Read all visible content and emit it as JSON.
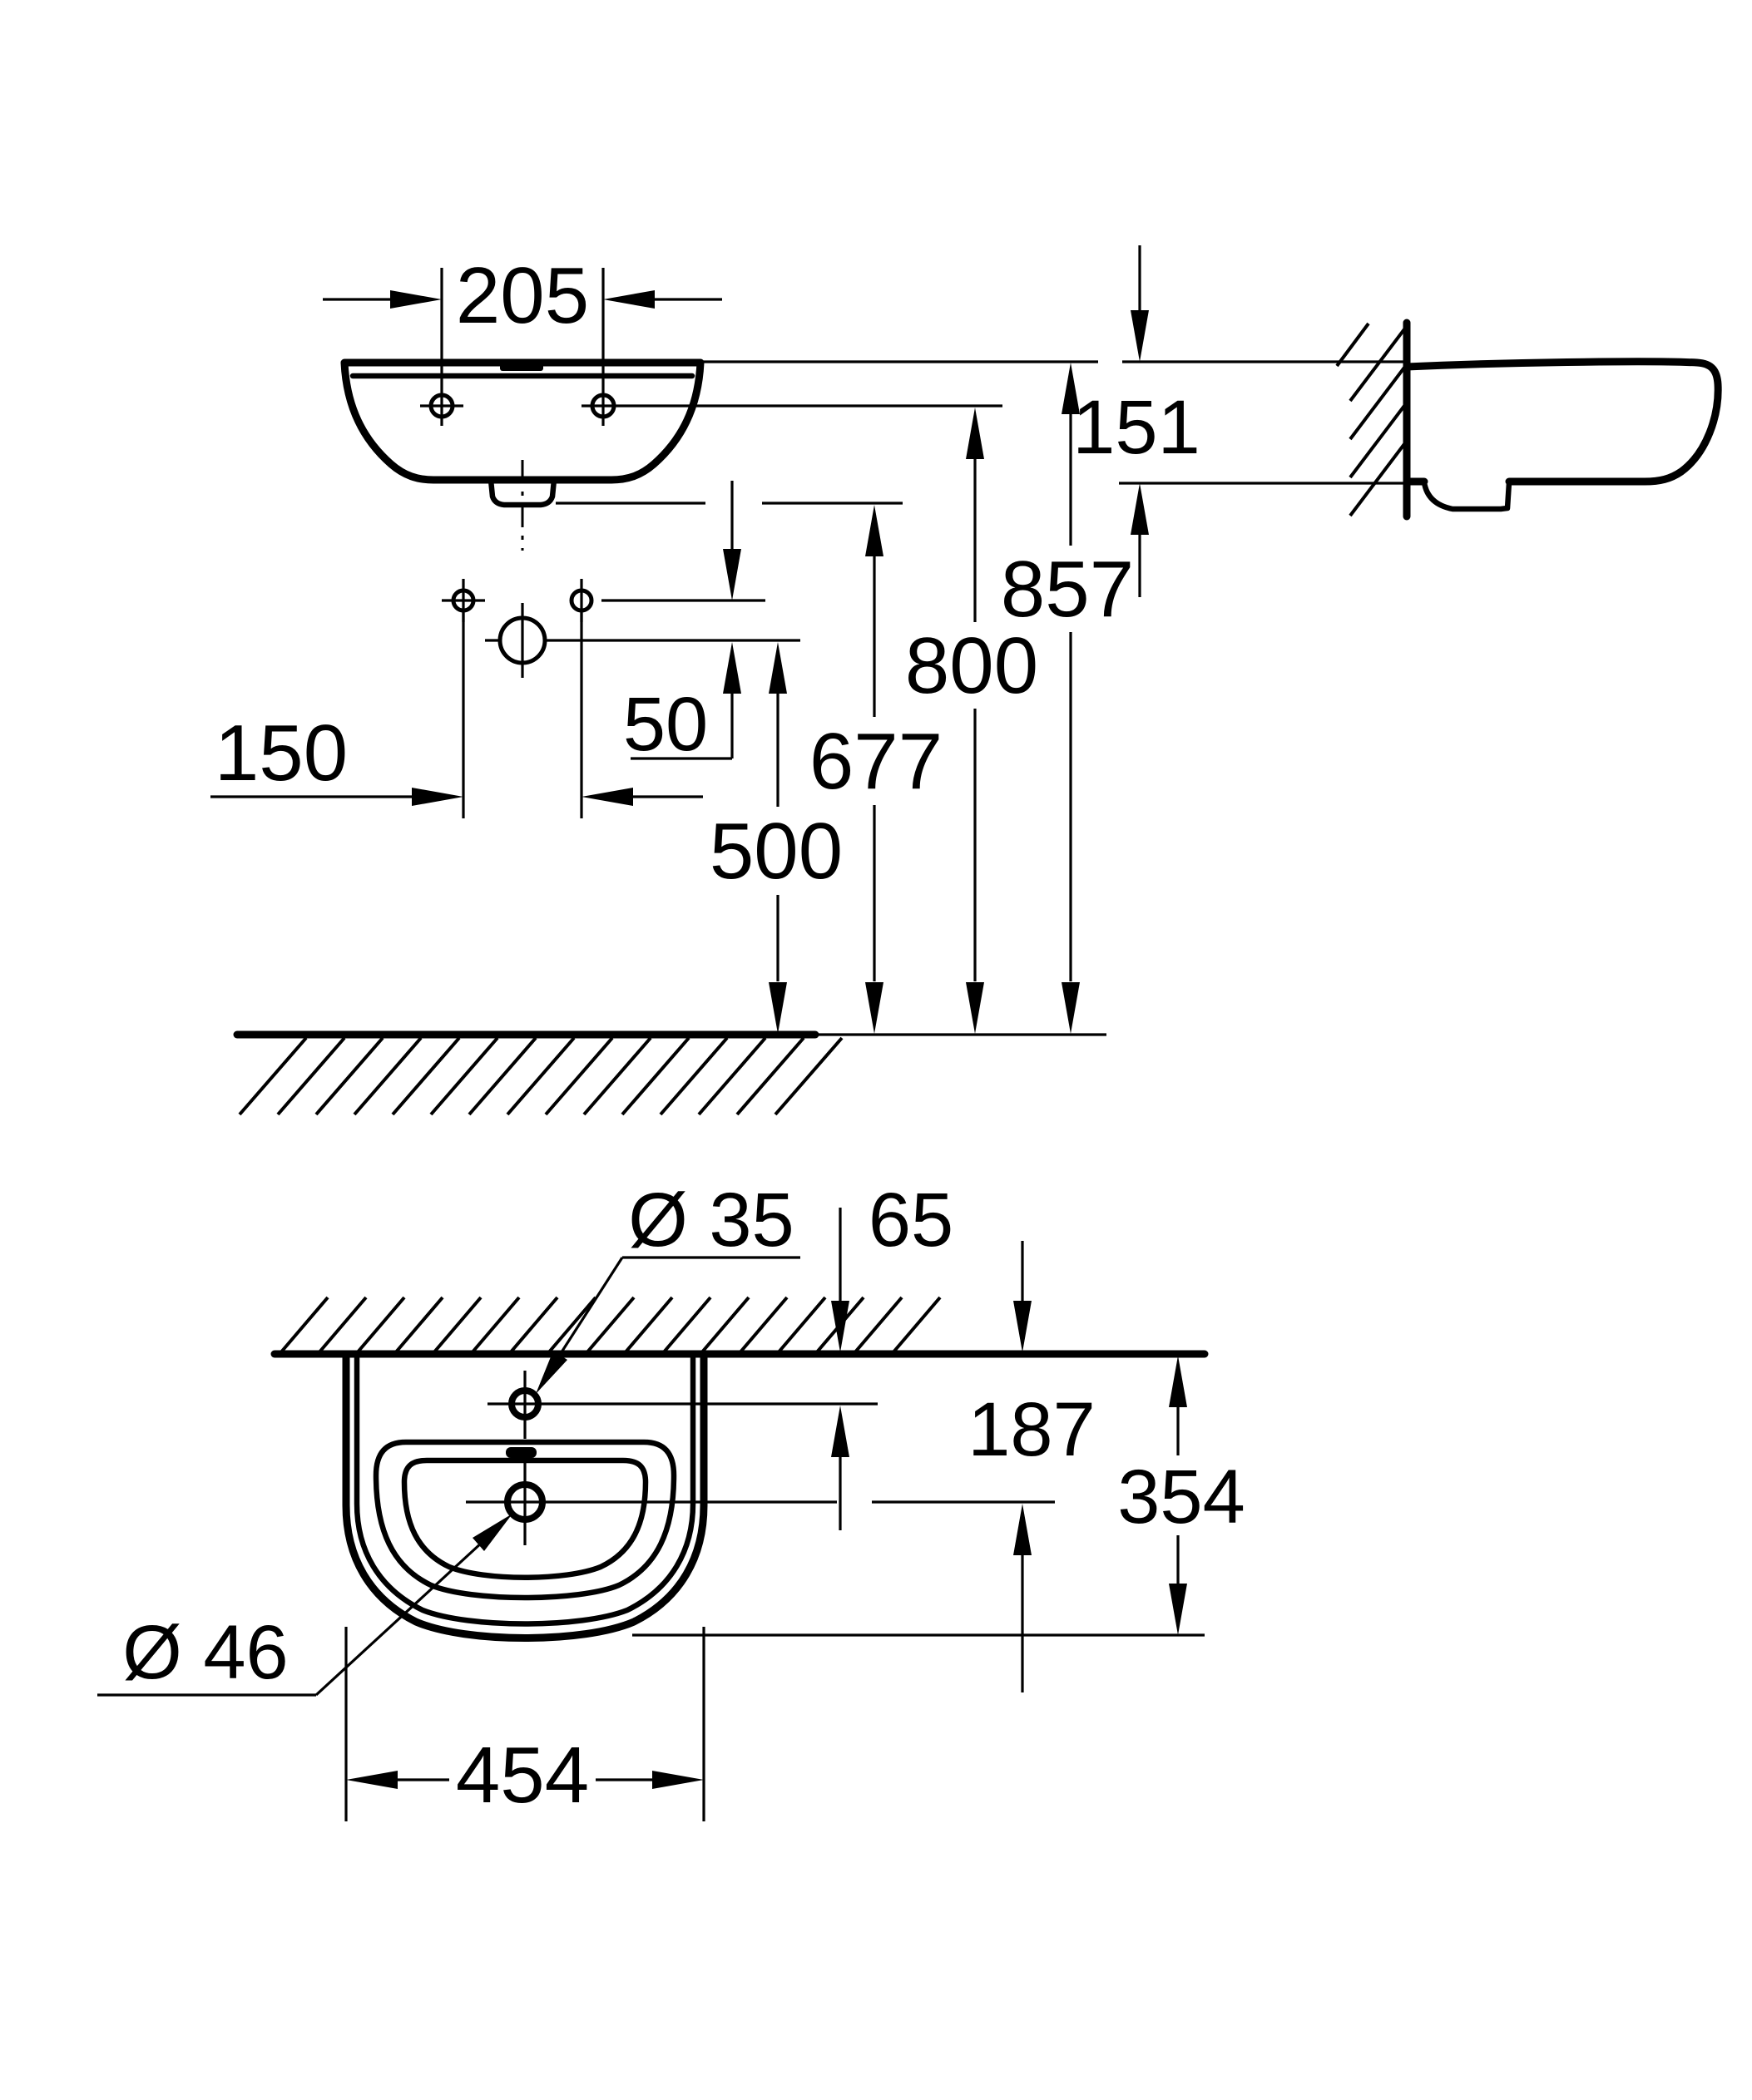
{
  "drawing": {
    "title": "Wall-hung washbasin installation dimension drawing",
    "units": "mm",
    "views": [
      "front elevation",
      "side elevation",
      "top plan"
    ],
    "line_color": "#000000",
    "background_color": "#ffffff"
  },
  "labels": {
    "d205": "205",
    "d151": "151",
    "d857": "857",
    "d800": "800",
    "d677": "677",
    "d500": "500",
    "d150": "150",
    "d50": "50",
    "dia35": "Ø 35",
    "d65": "65",
    "d187": "187",
    "d354": "354",
    "dia46": "Ø 46",
    "d454": "454"
  },
  "chart_data": {
    "type": "table",
    "title": "Washbasin dimensions (mm)",
    "rows": [
      {
        "dimension": "faucet mounting hole spacing (front view)",
        "value": 205
      },
      {
        "dimension": "apron height at wall (side view)",
        "value": 151
      },
      {
        "dimension": "rim height above floor",
        "value": 857
      },
      {
        "dimension": "wall mounting holes height above floor",
        "value": 800
      },
      {
        "dimension": "drain outlet height above floor",
        "value": 677
      },
      {
        "dimension": "supply connection height above floor",
        "value": 500
      },
      {
        "dimension": "supply connection spacing",
        "value": 150
      },
      {
        "dimension": "supply-to-connection vertical offset",
        "value": 50
      },
      {
        "dimension": "faucet hole diameter",
        "value": 35
      },
      {
        "dimension": "faucet hole distance from wall (plan)",
        "value": 65
      },
      {
        "dimension": "drain centre distance from wall (plan)",
        "value": 187
      },
      {
        "dimension": "basin depth front-to-wall (plan)",
        "value": 354
      },
      {
        "dimension": "drain hole diameter",
        "value": 46
      },
      {
        "dimension": "basin overall width",
        "value": 454
      }
    ]
  }
}
